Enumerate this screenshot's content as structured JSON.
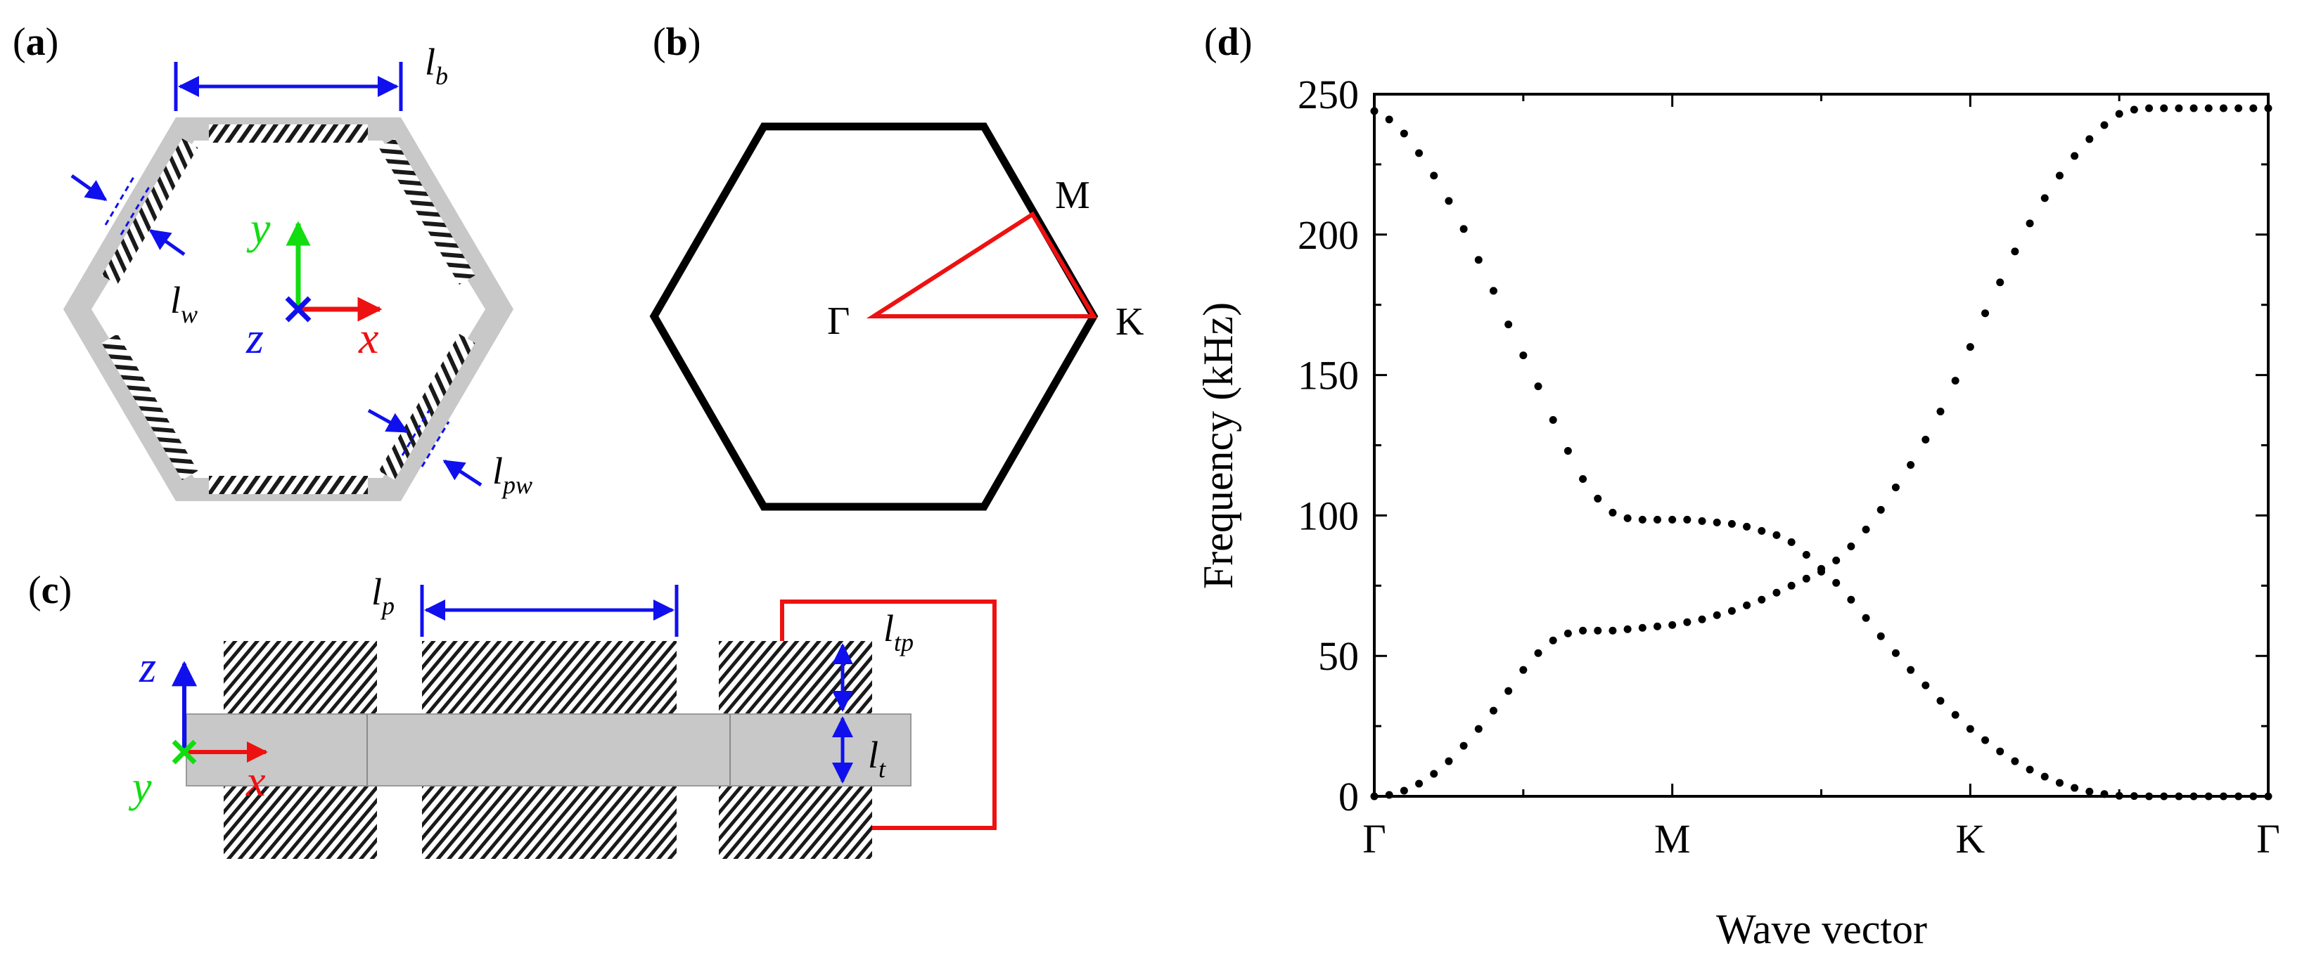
{
  "panels": {
    "a": {
      "label_open": "(",
      "label_letter": "a",
      "label_close": ")",
      "dims": {
        "lb": "l",
        "lb_sub": "b",
        "lw": "l",
        "lw_sub": "w",
        "lpw": "l",
        "lpw_sub": "pw"
      },
      "axes": {
        "x": "x",
        "y": "y",
        "z": "z"
      }
    },
    "b": {
      "label_open": "(",
      "label_letter": "b",
      "label_close": ")",
      "points": {
        "gamma": "Γ",
        "m": "M",
        "k": "K"
      }
    },
    "c": {
      "label_open": "(",
      "label_letter": "c",
      "label_close": ")",
      "dims": {
        "lp": "l",
        "lp_sub": "p",
        "ltp": "l",
        "ltp_sub": "tp",
        "lt": "l",
        "lt_sub": "t"
      },
      "axes": {
        "x": "x",
        "y": "y",
        "z": "z"
      }
    },
    "d": {
      "label_open": "(",
      "label_letter": "d",
      "label_close": ")"
    }
  },
  "colors": {
    "blue": "#1010ee",
    "red": "#ee1111",
    "green": "#11dd11",
    "gray": "#c8c8c8",
    "black": "#000000"
  },
  "chart_data": {
    "type": "scatter",
    "title": "",
    "xlabel": "Wave vector",
    "ylabel": "Frequency (kHz)",
    "ylim": [
      0,
      250
    ],
    "yticks": [
      0,
      50,
      100,
      150,
      200,
      250
    ],
    "xticks": [
      "Γ",
      "M",
      "K",
      "Γ"
    ],
    "xlim": [
      0,
      3
    ],
    "grid": false,
    "series": [
      {
        "name": "",
        "x": [
          0.0,
          0.05,
          0.1,
          0.15,
          0.2,
          0.25,
          0.3,
          0.35,
          0.4,
          0.45,
          0.5,
          0.55,
          0.6,
          0.65,
          0.7,
          0.75,
          0.8,
          0.85,
          0.9,
          0.95,
          1.0,
          1.05,
          1.1,
          1.15,
          1.2,
          1.25,
          1.3,
          1.35,
          1.4,
          1.45,
          1.5,
          1.55,
          1.6,
          1.65,
          1.7,
          1.75,
          1.8,
          1.85,
          1.9,
          1.95,
          2.0,
          2.05,
          2.1,
          2.15,
          2.2,
          2.25,
          2.3,
          2.35,
          2.4,
          2.45,
          2.5,
          2.55,
          2.6,
          2.65,
          2.7,
          2.75,
          2.8,
          2.85,
          2.9,
          2.95,
          3.0
        ],
        "y": [
          0,
          0.5,
          2,
          4.5,
          8,
          12.5,
          18,
          24,
          30.5,
          37.5,
          45,
          51,
          55.5,
          58,
          59,
          59,
          59,
          59.5,
          60,
          60.5,
          61,
          62,
          63,
          64.5,
          66,
          68,
          70,
          72.5,
          75,
          77.5,
          80,
          84,
          89,
          95,
          102,
          110,
          118,
          127,
          137,
          148,
          160,
          172,
          183,
          194,
          204,
          213,
          221,
          228,
          234,
          239,
          243,
          244.5,
          245,
          245,
          245,
          245,
          245,
          245,
          245,
          245,
          245
        ]
      },
      {
        "name": "",
        "x": [
          0.0,
          0.05,
          0.1,
          0.15,
          0.2,
          0.25,
          0.3,
          0.35,
          0.4,
          0.45,
          0.5,
          0.55,
          0.6,
          0.65,
          0.7,
          0.75,
          0.8,
          0.85,
          0.9,
          0.95,
          1.0,
          1.05,
          1.1,
          1.15,
          1.2,
          1.25,
          1.3,
          1.35,
          1.4,
          1.45,
          1.5,
          1.55,
          1.6,
          1.65,
          1.7,
          1.75,
          1.8,
          1.85,
          1.9,
          1.95,
          2.0,
          2.05,
          2.1,
          2.15,
          2.2,
          2.25,
          2.3,
          2.35,
          2.4,
          2.45,
          2.5,
          2.55,
          2.6,
          2.65,
          2.7,
          2.75,
          2.8,
          2.85,
          2.9,
          2.95,
          3.0
        ],
        "y": [
          244,
          241,
          236,
          229,
          221,
          212,
          202,
          191,
          180,
          168,
          157,
          146,
          134,
          123,
          113,
          106,
          101,
          99,
          98.5,
          98.5,
          98.5,
          98.5,
          98,
          97.5,
          97,
          96,
          94.5,
          93,
          90.5,
          86,
          81,
          76,
          70,
          63.5,
          57,
          51,
          45,
          39.5,
          34,
          29,
          24,
          20,
          16,
          12.5,
          9.5,
          7,
          4.8,
          3,
          1.7,
          0.8,
          0.2,
          0.1,
          0,
          0,
          0,
          0,
          0,
          0,
          0,
          0,
          0
        ]
      }
    ]
  }
}
